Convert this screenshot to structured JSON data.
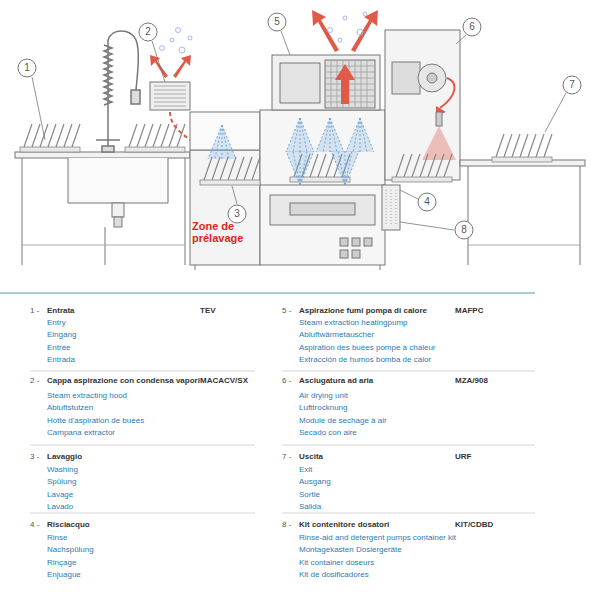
{
  "diagram": {
    "nodes": [
      {
        "text": [
          "1"
        ]
      },
      {
        "text": [
          "2"
        ]
      },
      {
        "text": [
          "3"
        ]
      },
      {
        "text": [
          "4"
        ]
      },
      {
        "text": [
          "5"
        ]
      },
      {
        "text": [
          "6"
        ]
      },
      {
        "text": [
          "7"
        ]
      },
      {
        "text": [
          "8"
        ]
      }
    ],
    "labels": [
      "Zone de prélavage",
      "1 -",
      "Entrata",
      "TEV",
      "Entry",
      "Eingang",
      "Entrée",
      "Entrada",
      "2 -",
      "Cappa aspirazione con condensa vapori",
      "MACACV/SX",
      "Steam extracting hood",
      "Abluftstutzen",
      "Hotte d'aspiration de buées",
      "Campana extractor",
      "3 -",
      "Lavaggio",
      "Washing",
      "Spülung",
      "Lavage",
      "Lavado",
      "4 -",
      "Risciacquo",
      "Rinse",
      "Nachspülung",
      "Rinçage",
      "Enjuague",
      "5 -",
      "Aspirazione fumi pompa di calore",
      "MAFPC",
      "Steam extraction heatingpump",
      "Abluftwärmetauscher",
      "Aspiration des buées pompe à chaleur",
      "Extracción de humos bomba de calor",
      "6 -",
      "Asciugatura ad aria",
      "MZA/908",
      "Air drying unit",
      "Lufttrocknung",
      "Module de sechage à air",
      "Secado con aire",
      "7 -",
      "Uscita",
      "URF",
      "Exit",
      "Ausgang",
      "Sortie",
      "Salida",
      "8 -",
      "Kit contenitore dosatori",
      "KIT/CDBD",
      "Rinse-aid and detergent pumps container kit",
      "Montagekasten Dosiergeräte",
      "Kit container doseurs",
      "Kit de dosificadores"
    ]
  }
}
